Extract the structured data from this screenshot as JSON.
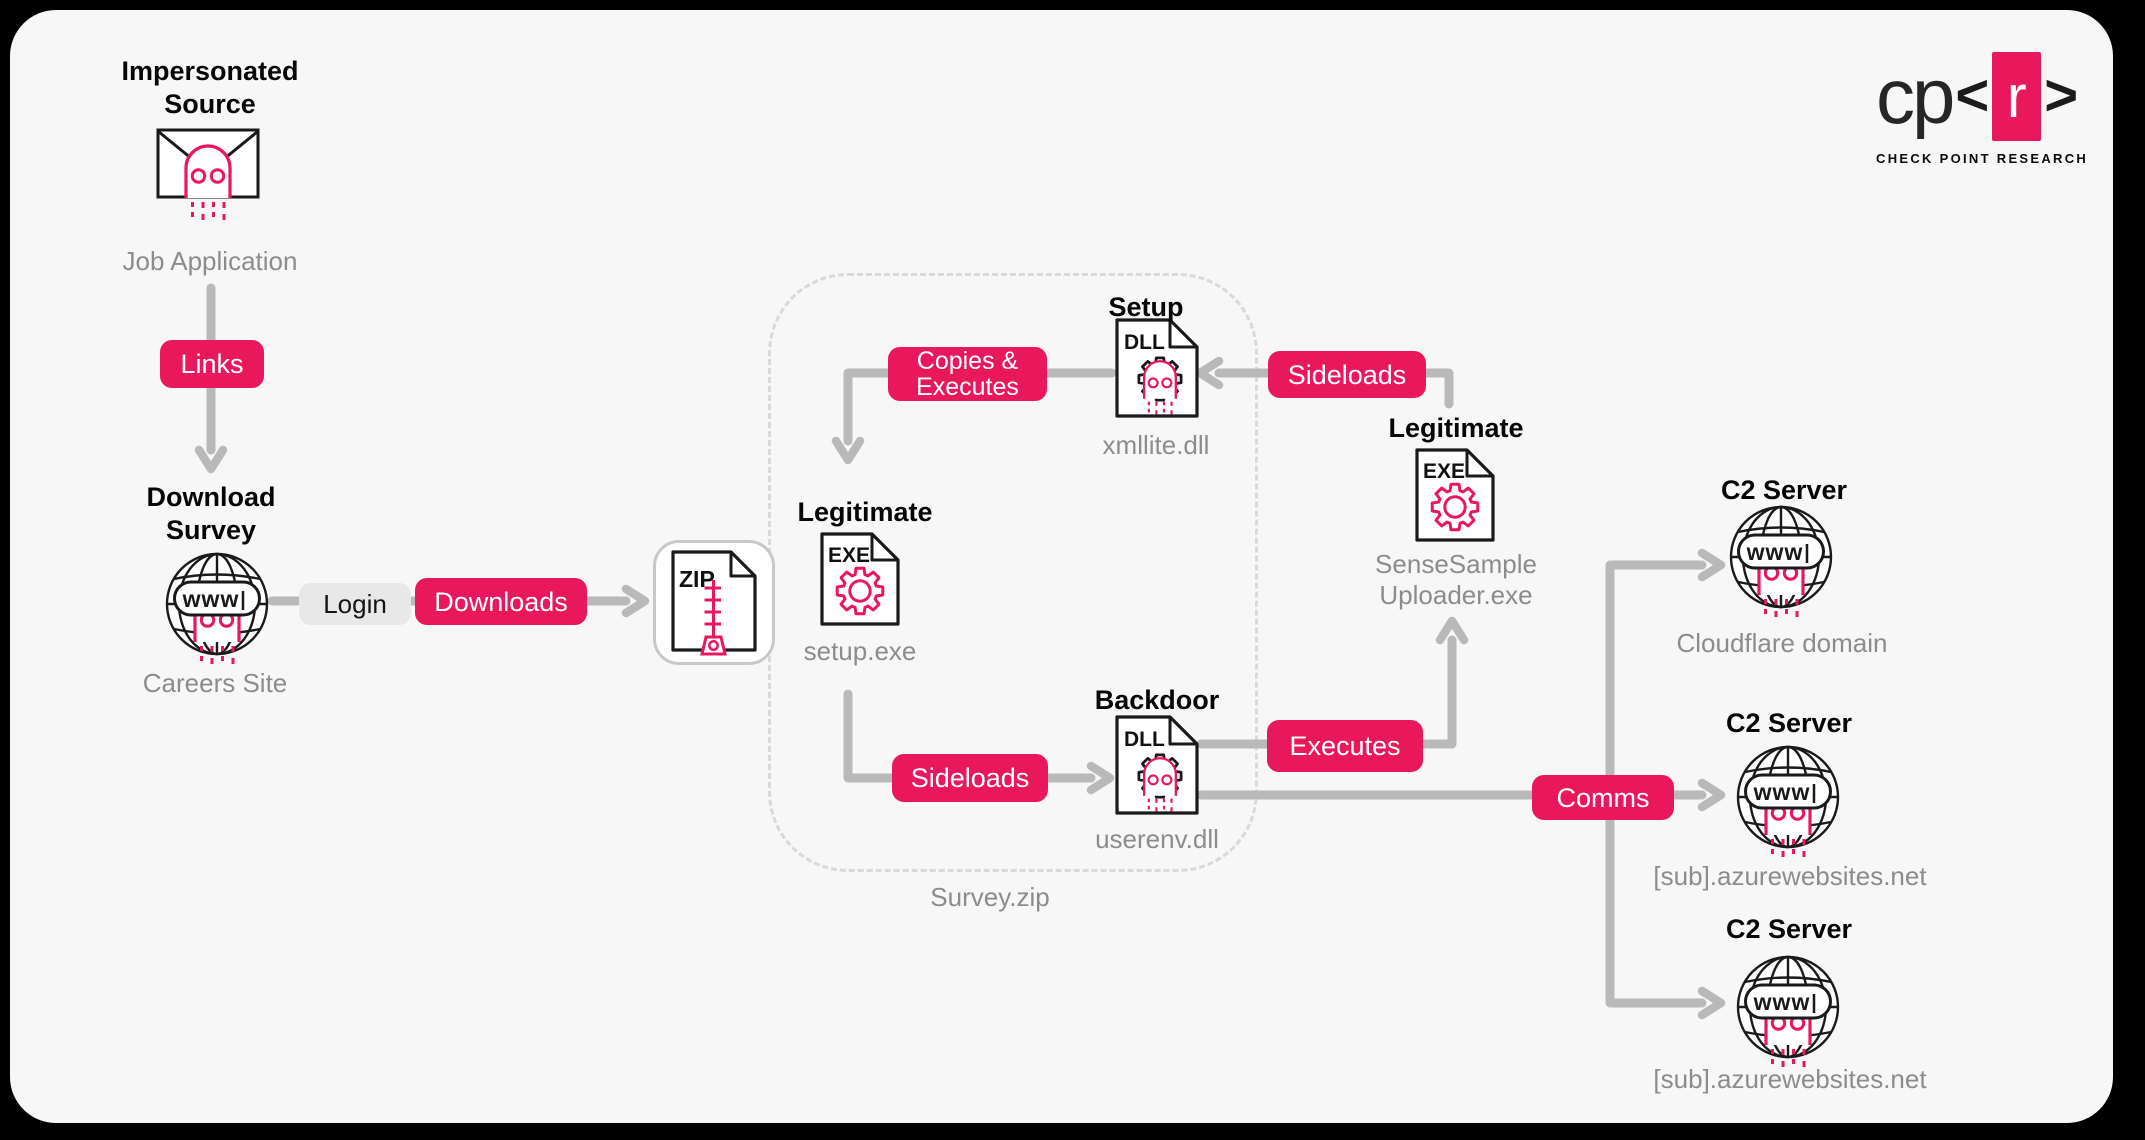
{
  "colors": {
    "accent_pink": "#E9175B",
    "wire_gray": "#B9B9B9",
    "label_gray": "#8C8C8C",
    "panel_background": "#F7F7F7",
    "page_background": "#000000"
  },
  "logo": {
    "cp": "cp",
    "angle_open": "<",
    "r": "r",
    "angle_close": ">",
    "subtitle": "CHECK POINT RESEARCH"
  },
  "container": {
    "label": "Survey.zip"
  },
  "badges": {
    "links": "Links",
    "login": "Login",
    "downloads": "Downloads",
    "copies_executes": {
      "line1": "Copies &",
      "line2": "Executes"
    },
    "sideloads_top": "Sideloads",
    "sideloads_bottom": "Sideloads",
    "executes": "Executes",
    "comms": "Comms"
  },
  "nodes": {
    "impersonated_source": {
      "title": {
        "line1": "Impersonated",
        "line2": "Source"
      },
      "label": "Job Application"
    },
    "download_survey": {
      "title": {
        "line1": "Download",
        "line2": "Survey"
      },
      "label": "Careers Site",
      "www": "www"
    },
    "zip_file": {
      "filetype": "ZIP"
    },
    "setup_dll": {
      "title": "Setup",
      "filetype": "DLL",
      "label": "xmllite.dll"
    },
    "setup_exe": {
      "title": "Legitimate",
      "filetype": "EXE",
      "label": "setup.exe"
    },
    "backdoor_dll": {
      "title": "Backdoor",
      "filetype": "DLL",
      "label": "userenv.dll"
    },
    "uploader_exe": {
      "title": "Legitimate",
      "filetype": "EXE",
      "label": {
        "line1": "SenseSample",
        "line2": "Uploader.exe"
      }
    },
    "c2_cloudflare": {
      "title": "C2 Server",
      "label": "Cloudflare domain",
      "www": "www"
    },
    "c2_azure_1": {
      "title": "C2 Server",
      "label": "[sub].azurewebsites.net",
      "www": "www"
    },
    "c2_azure_2": {
      "title": "C2 Server",
      "label": "[sub].azurewebsites.net",
      "www": "www"
    }
  }
}
